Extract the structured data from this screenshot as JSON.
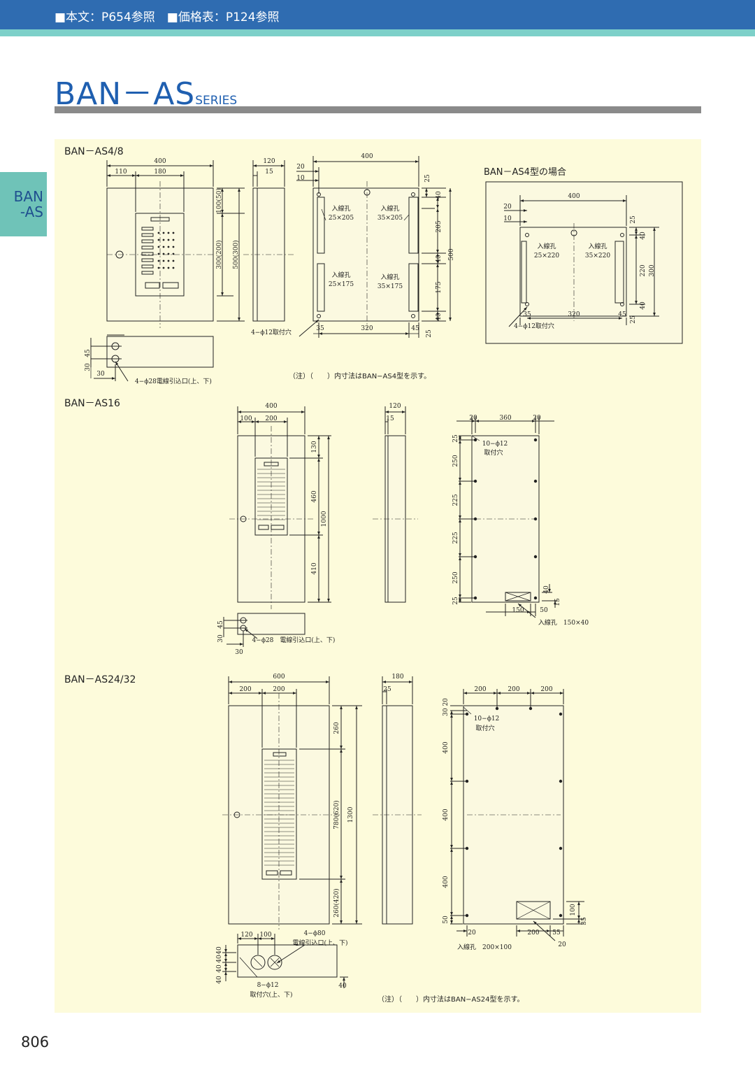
{
  "header": {
    "references": "■本文：P654参照　■価格表：P124参照"
  },
  "title": {
    "main": "BAN－AS",
    "series": "SERIES"
  },
  "side_tab": "BAN\n-AS",
  "sections": {
    "as4_8": {
      "label": "BAN－AS4/8",
      "inset_label": "BAN－AS4型の場合",
      "dims": {
        "w400": "400",
        "w110": "110",
        "w180": "180",
        "w120": "120",
        "w15": "15",
        "h100": "100(50)",
        "h300": "300(200)",
        "h500": "500(300)",
        "b400": "400",
        "b20": "20",
        "b10": "10",
        "b25": "25",
        "b40": "40",
        "b205": "205",
        "b500": "500",
        "b175": "175",
        "b35": "35",
        "b320": "320",
        "b45": "45",
        "hole1": "入線孔",
        "hole1s": "25×205",
        "hole2": "入線孔",
        "hole2s": "35×205",
        "hole3": "入線孔",
        "hole3s": "25×175",
        "hole4": "入線孔",
        "hole4s": "35×175",
        "mount": "4−ϕ12取付穴",
        "i400": "400",
        "i20": "20",
        "i10": "10",
        "i25": "25",
        "i40": "40",
        "i220": "220",
        "i300": "300",
        "i35": "35",
        "i320": "320",
        "i45": "45",
        "ihole1": "入線孔",
        "ihole1s": "25×220",
        "ihole2": "入線孔",
        "ihole2s": "35×220",
        "imount": "4−ϕ12取付穴",
        "s30": "30",
        "s45": "45",
        "s30b": "30",
        "cable": "4−ϕ28電線引込口(上、下)"
      },
      "note": "（注）（　　）内寸法はBAN−AS4型を示す。"
    },
    "as16": {
      "label": "BAN－AS16",
      "dims": {
        "w400": "400",
        "w100": "100",
        "w200": "200",
        "w120": "120",
        "w15": "15",
        "h130": "130",
        "h460": "460",
        "h1000": "1000",
        "h410": "410",
        "b20a": "20",
        "b360": "360",
        "b20b": "20",
        "v25": "25",
        "v250": "250",
        "v225": "225",
        "v225b": "225",
        "v250b": "250",
        "v25b": "25",
        "mount": "10−ϕ12",
        "mount2": "取付穴",
        "r40": "40",
        "r15": "15",
        "b150": "150",
        "b50": "50",
        "hole": "入線孔　150×40",
        "s30": "30",
        "s45": "45",
        "s30b": "30",
        "cable": "4−ϕ28　電線引込口(上、下)"
      }
    },
    "as24_32": {
      "label": "BAN－AS24/32",
      "dims": {
        "w600": "600",
        "w200a": "200",
        "w200b": "200",
        "w180": "180",
        "w25": "25",
        "h260": "260",
        "h780": "780(620)",
        "h1300": "1300",
        "h260b": "260(420)",
        "t200a": "200",
        "t200b": "200",
        "t200c": "200",
        "v3020": "30 20",
        "v400a": "400",
        "v400b": "400",
        "v400c": "400",
        "v50": "50",
        "mount": "10−ϕ12",
        "mount2": "取付穴",
        "r100": "100",
        "r35": "35",
        "b20": "20",
        "b200": "200",
        "b55": "55",
        "b20r": "20",
        "hole": "入線孔　200×100",
        "d120": "120",
        "d100": "100",
        "cable": "4−ϕ80",
        "cable2": "電線引込口(上、下)",
        "s40a": "40",
        "s40b": "40",
        "s40c": "40",
        "s40d": "40",
        "s40r": "40",
        "fix": "8−ϕ12",
        "fix2": "取付穴(上、下)"
      },
      "note": "（注）（　　）内寸法はBAN−AS24型を示す。"
    }
  },
  "page_number": "806"
}
